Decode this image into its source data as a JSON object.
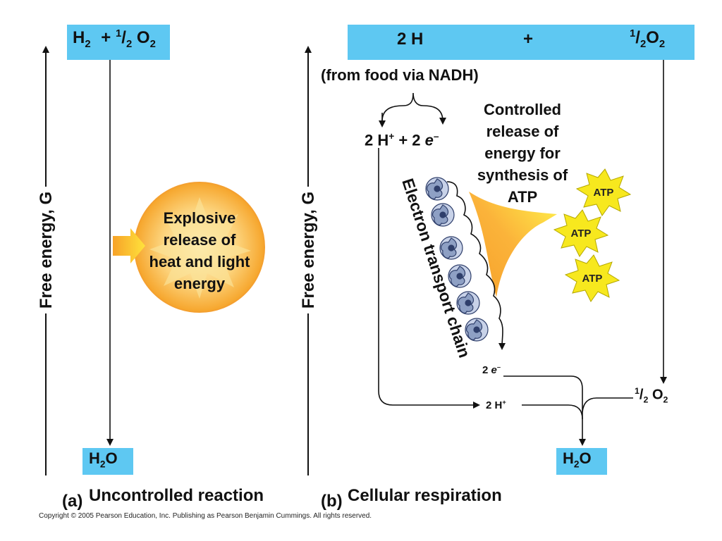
{
  "panel_a": {
    "top_box": {
      "h": "H",
      "h_sub": "2",
      "plus": "+",
      "half_num": "1",
      "half_den": "2",
      "o": "O",
      "o_sub": "2"
    },
    "axis_label": "Free energy, G",
    "explosion_text": [
      "Explosive",
      "release of",
      "heat and light",
      "energy"
    ],
    "bottom_box": {
      "h": "H",
      "h_sub": "2",
      "o": "O"
    },
    "tag": "(a)",
    "caption": "Uncontrolled reaction"
  },
  "panel_b": {
    "top_box": {
      "left": "2 H",
      "plus": "+",
      "half_num": "1",
      "half_den": "2",
      "o": "O",
      "o_sub": "2"
    },
    "source_note": "(from food via NADH)",
    "split_label": {
      "h": "2 H",
      "h_sup": "+",
      "plus": "+ 2 ",
      "e": "e",
      "e_sup": "–"
    },
    "controlled_text": [
      "Controlled",
      "release of",
      "energy for",
      "synthesis of",
      "ATP"
    ],
    "atp_labels": [
      "ATP",
      "ATP",
      "ATP"
    ],
    "etc_label": "Electron transport chain",
    "electrons_label": {
      "num": "2 ",
      "e": "e",
      "e_sup": "–"
    },
    "protons_label": {
      "h": "2 H",
      "h_sup": "+"
    },
    "oxygen_label": {
      "half_num": "1",
      "half_den": "2",
      "o": "O",
      "o_sub": "2"
    },
    "axis_label": "Free energy, G",
    "bottom_box": {
      "h": "H",
      "h_sub": "2",
      "o": "O"
    },
    "tag": "(b)",
    "caption": "Cellular respiration"
  },
  "copyright": "Copyright © 2005 Pearson Education, Inc. Publishing as Pearson Benjamin Cummings. All rights reserved.",
  "colors": {
    "box_blue": "#5ec8f2",
    "atp_yellow": "#f7e81e",
    "orange": "#f8a020",
    "pale_orange": "#fbd77a"
  }
}
